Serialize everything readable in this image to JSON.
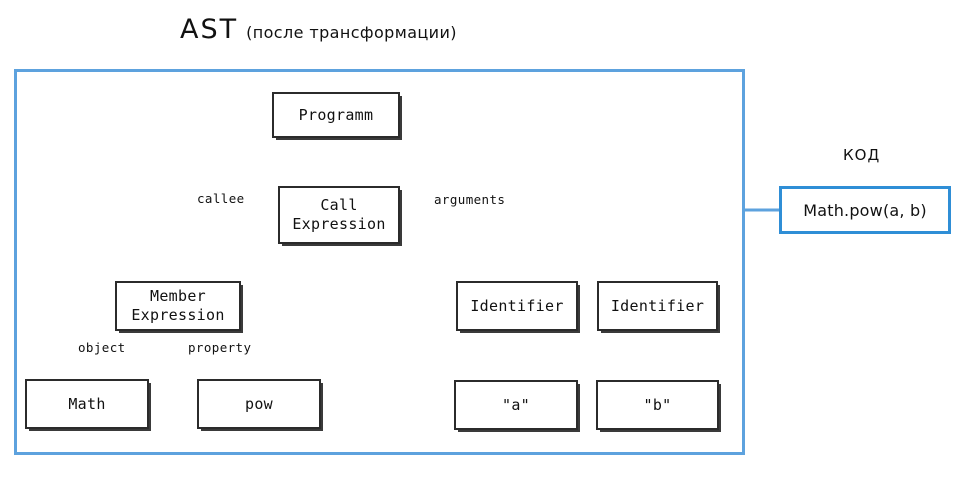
{
  "title": {
    "main": "AST",
    "sub": "(после трансформации)"
  },
  "code_panel": {
    "label": "КОД",
    "code": "Math.pow(a, b)",
    "border_color": "#2f8ed6"
  },
  "ast_frame": {
    "border_color": "#5da2de"
  },
  "nodes": [
    {
      "id": "program",
      "label": "Programm"
    },
    {
      "id": "call",
      "label_line1": "Call",
      "label_line2": "Expression"
    },
    {
      "id": "member",
      "label_line1": "Member",
      "label_line2": "Expression"
    },
    {
      "id": "identifier_a",
      "label": "Identifier"
    },
    {
      "id": "identifier_b",
      "label": "Identifier"
    },
    {
      "id": "math",
      "label": "Math"
    },
    {
      "id": "pow",
      "label": "pow"
    },
    {
      "id": "arg_a",
      "label": "\"a\""
    },
    {
      "id": "arg_b",
      "label": "\"b\""
    }
  ],
  "edge_labels": {
    "callee": "callee",
    "arguments": "arguments",
    "object": "object",
    "property": "property"
  },
  "chart_data": {
    "type": "diagram",
    "title": "AST (после трансформации)",
    "diagram_kind": "abstract-syntax-tree",
    "tree": {
      "node": "Programm",
      "children": [
        {
          "edge": "",
          "node": "Call Expression",
          "children": [
            {
              "edge": "callee",
              "node": "Member Expression",
              "children": [
                {
                  "edge": "object",
                  "node": "Math"
                },
                {
                  "edge": "property",
                  "node": "pow"
                }
              ]
            },
            {
              "edge": "arguments",
              "node": "Identifier",
              "children": [
                {
                  "edge": "",
                  "node": "\"a\""
                }
              ]
            },
            {
              "edge": "arguments",
              "node": "Identifier",
              "children": [
                {
                  "edge": "",
                  "node": "\"b\""
                }
              ]
            }
          ]
        }
      ]
    },
    "linked_code": "Math.pow(a, b)"
  }
}
